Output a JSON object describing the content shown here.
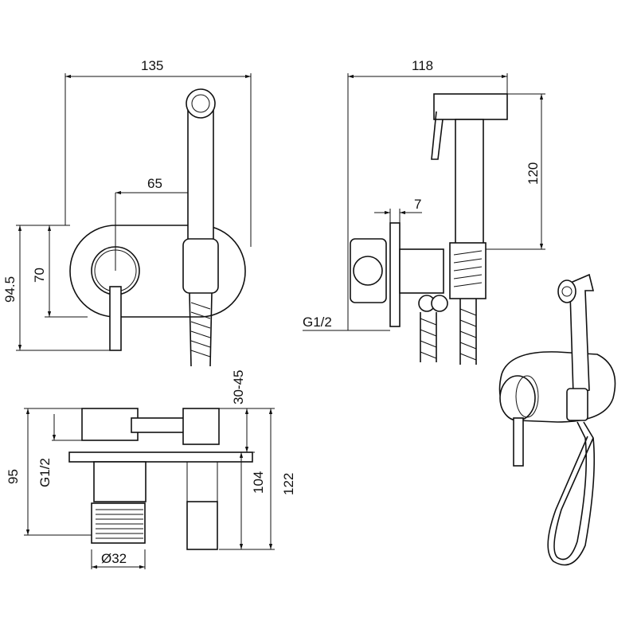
{
  "front_view": {
    "width_overall": "135",
    "handle_offset": "65",
    "height_overall": "94.5",
    "plate_height": "70"
  },
  "side_view": {
    "depth_overall": "118",
    "shower_height": "120",
    "plate_thickness": "7",
    "thread": "G1/2"
  },
  "section_view": {
    "wall_adjust": "30-45",
    "inlet_height": "95",
    "thread": "G1/2",
    "body_height": "104",
    "total_height": "122",
    "knob_diameter": "Ø32"
  },
  "colors": {
    "line": "#111111",
    "background": "#ffffff"
  }
}
